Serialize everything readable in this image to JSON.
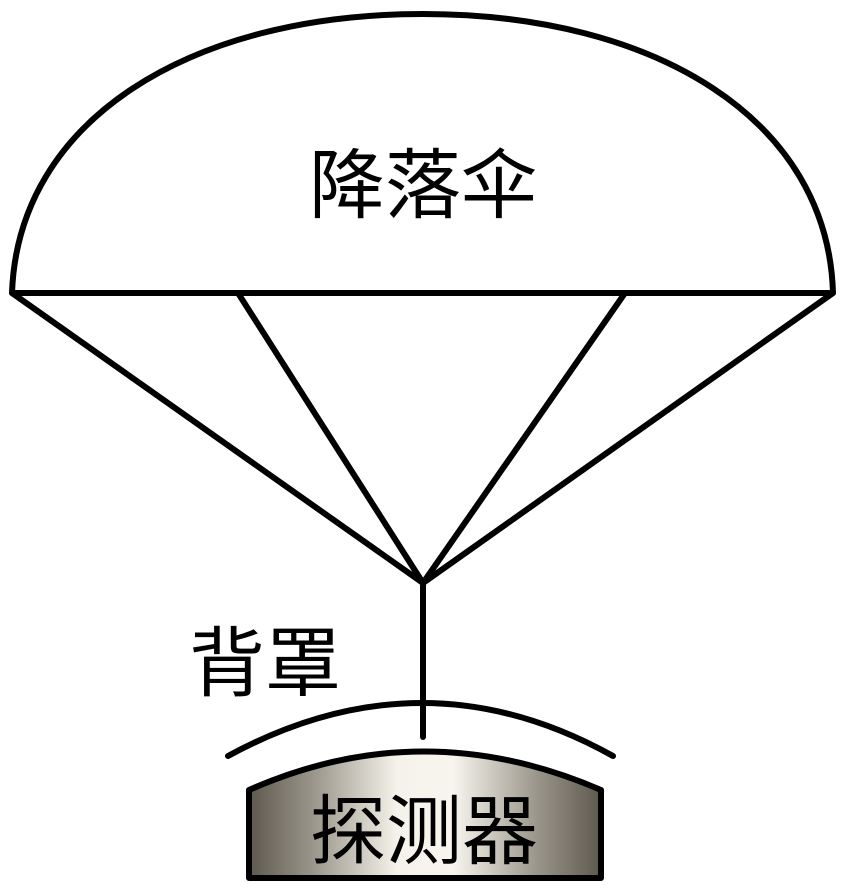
{
  "labels": {
    "parachute": "降落伞",
    "back_cover": "背罩",
    "probe": "探测器"
  },
  "colors": {
    "line": "#000000",
    "background": "#ffffff",
    "probe_fill_dark": "#6f6a5f",
    "probe_fill_light": "#f4f2ea"
  }
}
